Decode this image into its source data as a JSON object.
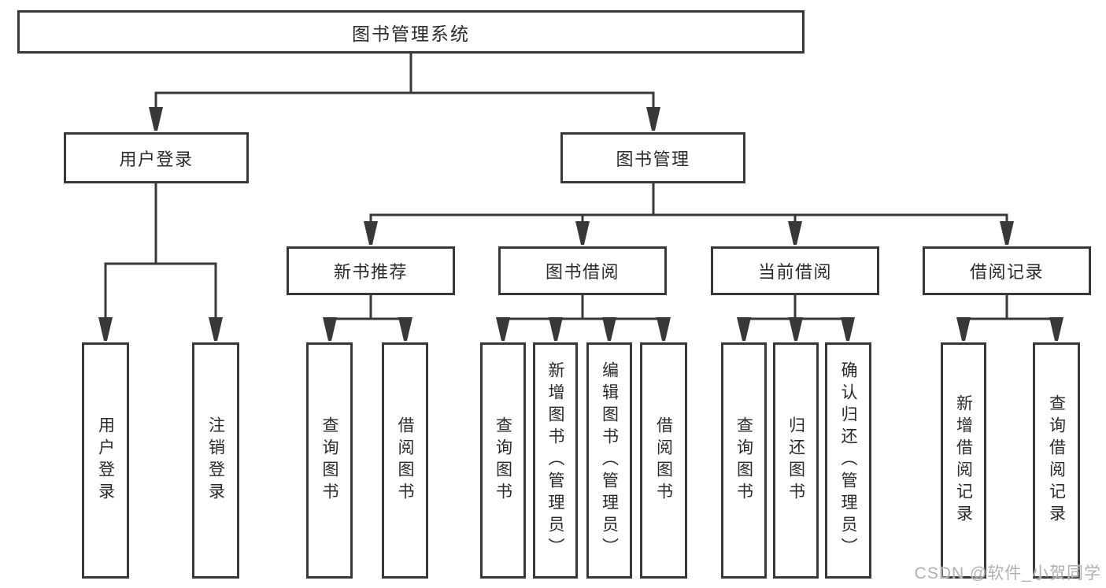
{
  "diagram": {
    "title": "图书管理系统",
    "type": "function-tree",
    "hierarchy": {
      "图书管理系统": {
        "用户登录": [
          "用户登录",
          "注销登录"
        ],
        "图书管理": {
          "新书推荐": [
            "查询图书",
            "借阅图书"
          ],
          "图书借阅": [
            "查询图书",
            "新增图书（管理员）",
            "编辑图书（管理员）",
            "借阅图书"
          ],
          "当前借阅": [
            "查询图书",
            "归还图书",
            "确认归还（管理员）"
          ],
          "借阅记录": [
            "新增借阅记录",
            "查询借阅记录"
          ]
        }
      }
    }
  },
  "nodes": {
    "root": {
      "label": "图书管理系统"
    },
    "user_login": {
      "label": "用户登录"
    },
    "book_mgmt": {
      "label": "图书管理"
    },
    "new_book": {
      "label": "新书推荐"
    },
    "book_borrow": {
      "label": "图书借阅"
    },
    "current_borrow": {
      "label": "当前借阅"
    },
    "borrow_record": {
      "label": "借阅记录"
    },
    "ul_login": {
      "label": "用户登录"
    },
    "ul_logout": {
      "label": "注销登录"
    },
    "nb_query": {
      "label": "查询图书"
    },
    "nb_borrow": {
      "label": "借阅图书"
    },
    "bb_query": {
      "label": "查询图书"
    },
    "bb_add": {
      "label": "新增图书（管理员）"
    },
    "bb_edit": {
      "label": "编辑图书（管理员）"
    },
    "bb_borrow": {
      "label": "借阅图书"
    },
    "cb_query": {
      "label": "查询图书"
    },
    "cb_return": {
      "label": "归还图书"
    },
    "cb_confirm": {
      "label": "确认归还（管理员）"
    },
    "br_add": {
      "label": "新增借阅记录"
    },
    "br_query": {
      "label": "查询借阅记录"
    }
  },
  "watermark": {
    "text": "CSDN @软件_小贺同学"
  },
  "colors": {
    "line": "#383838",
    "text": "#2a2a2a",
    "box_fill": "#ffffff",
    "watermark": "#b0b0b0"
  }
}
